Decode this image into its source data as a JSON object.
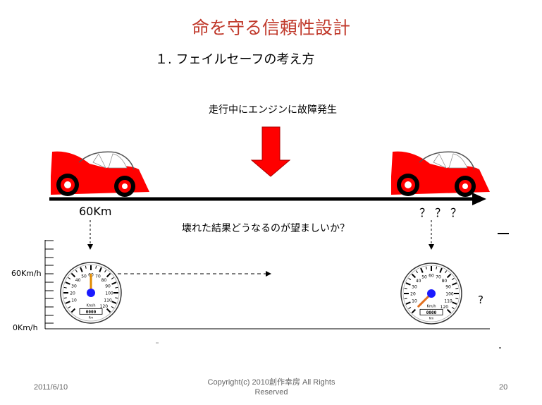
{
  "slide": {
    "title": "命を守る信頼性設計",
    "subtitle": "１. フェイルセーフの考え方",
    "event_label": "走行中にエンジンに故障発生",
    "speed_label": "60Km",
    "unknown_label": "？？？",
    "question": "壊れた結果どうなるのが望ましいか？",
    "axis_top_label": "60Km/h",
    "axis_bottom_label": "0Km/h",
    "after_question_mark": "?"
  },
  "speedometer": {
    "unit_label": "Km/h",
    "odometer": "0000",
    "sub_label": "Km",
    "tick_labels": [
      "10",
      "20",
      "30",
      "40",
      "50",
      "60",
      "70",
      "80",
      "90",
      "100",
      "110",
      "120"
    ],
    "left_reading_kmh": 60,
    "right_reading_kmh": 0
  },
  "colors": {
    "title": "#c0392b",
    "car": "#ff0000",
    "arrow": "#ff0000",
    "needle_left": "#e08a00",
    "needle_right": "#e07020",
    "hub": "#1a1aff"
  },
  "footer": {
    "date": "2011/6/10",
    "copyright": "Copyright(c)  2010創作幸房 All Rights Reserved",
    "page": "20"
  }
}
